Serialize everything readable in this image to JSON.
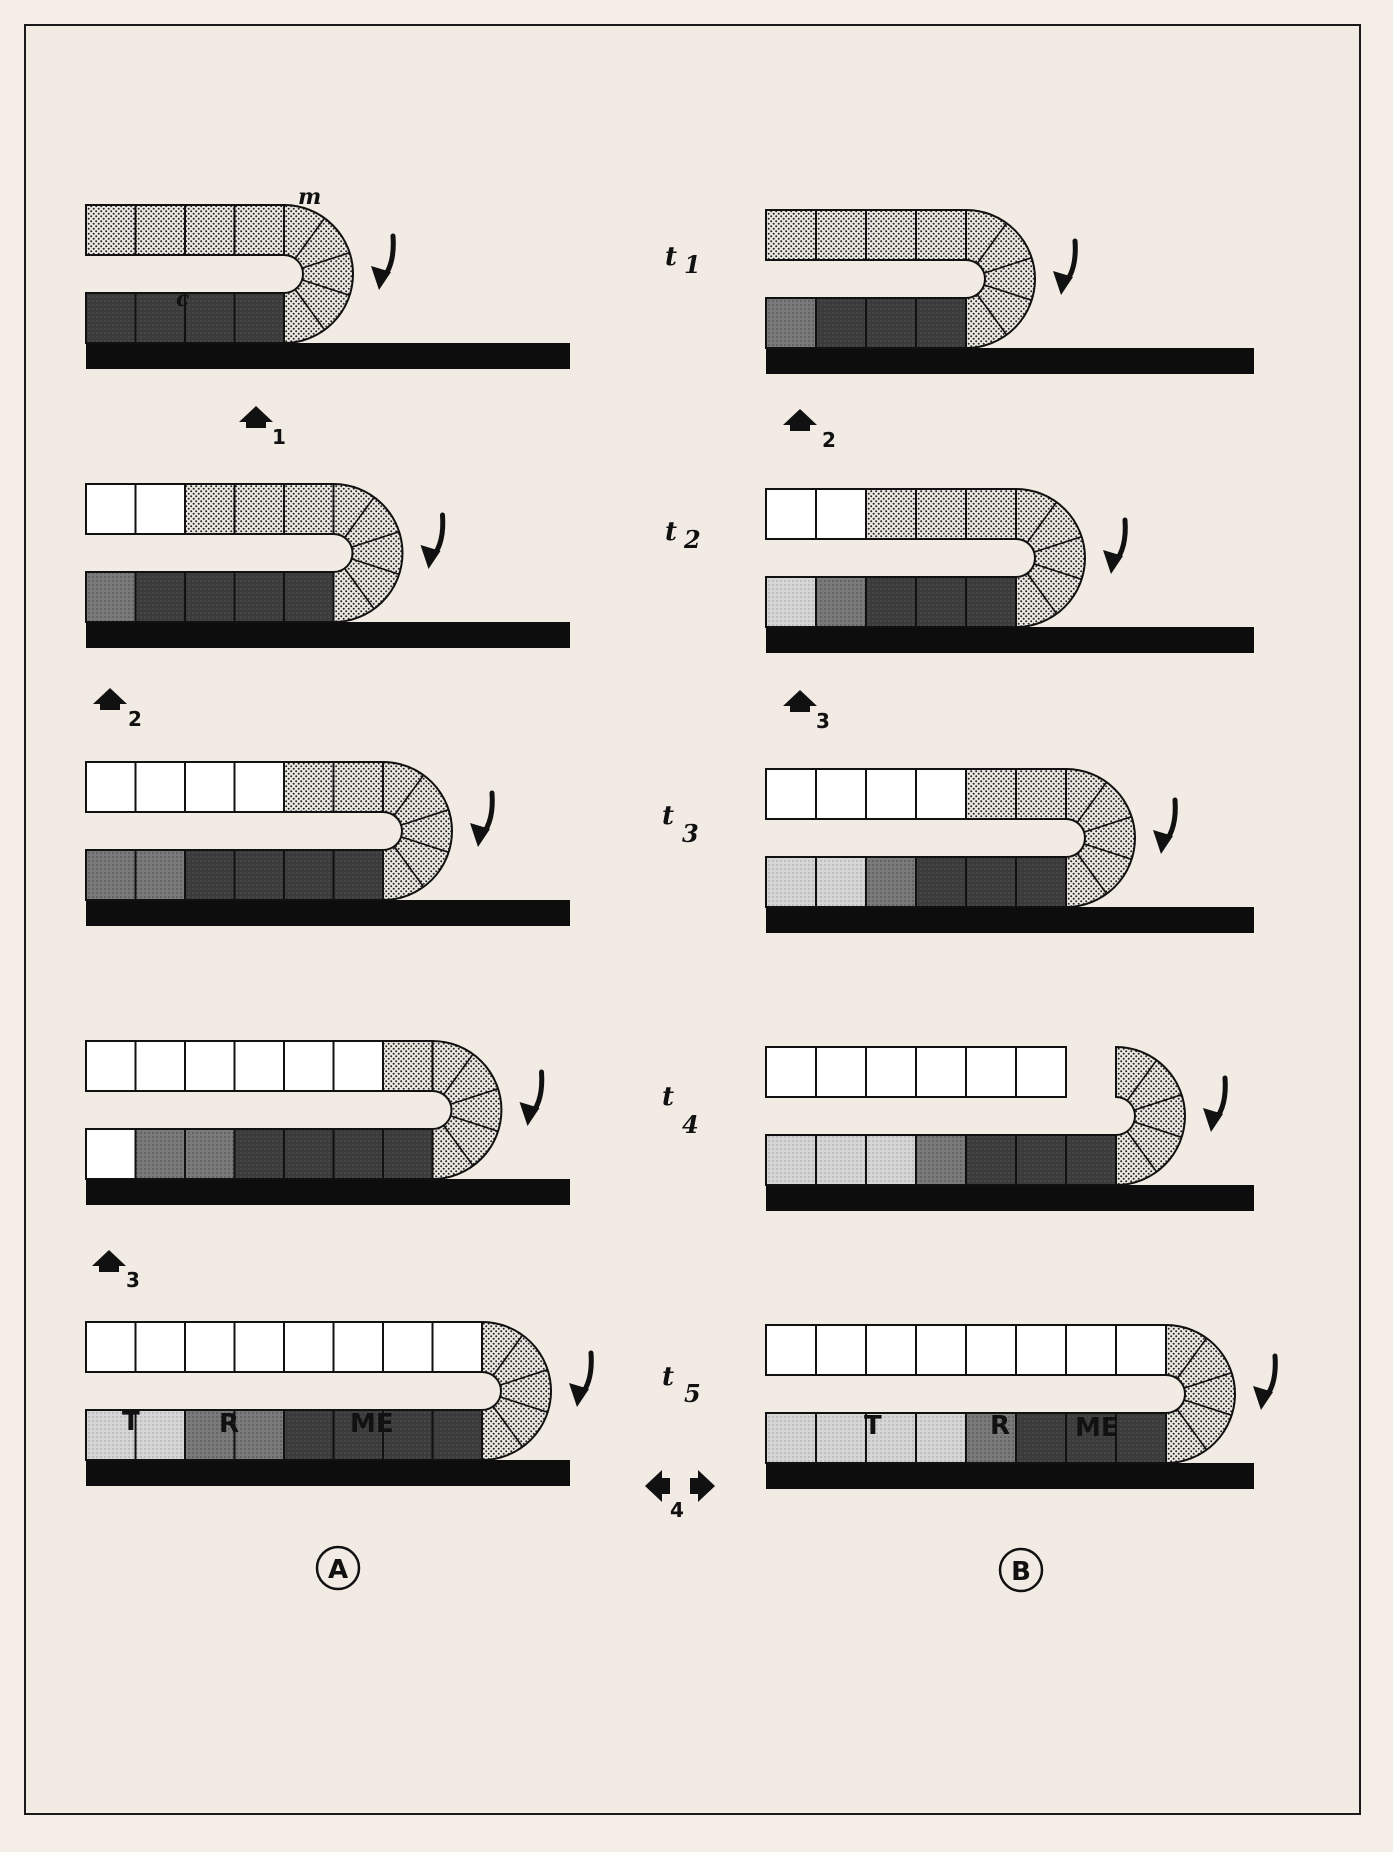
{
  "colors": {
    "paper": "#f1ebe3",
    "ink": "#111111",
    "dark": "#3a3a3a",
    "mid": "#6f6f6f",
    "light": "#c9c9c9",
    "white": "#ffffff",
    "dotted": "#e2ddd6"
  },
  "time_labels": [
    {
      "t": "t",
      "sub": "1"
    },
    {
      "t": "t",
      "sub": "2"
    },
    {
      "t": "t",
      "sub": "3"
    },
    {
      "t": "t",
      "sub": "4"
    },
    {
      "t": "t",
      "sub": "5"
    }
  ],
  "panel_labels": {
    "a": "A",
    "b": "B"
  },
  "annotations": {
    "m": "m",
    "c": "c"
  },
  "bottom_labels": {
    "a": {
      "T": "T",
      "R": "R",
      "ME": "ME"
    },
    "b": {
      "T": "T",
      "R": "R",
      "ME": "ME"
    }
  },
  "marker_numbers": {
    "a_t1": "1",
    "b_t1": "2",
    "a_t2": "2",
    "b_t2": "3",
    "a_t4": "3",
    "center_t5": "4"
  },
  "rows": {
    "A": [
      {
        "top": [
          "D",
          "D",
          "D",
          "D"
        ],
        "bottom": [
          "K",
          "K",
          "K",
          "K"
        ]
      },
      {
        "top": [
          "W",
          "W",
          "D",
          "D",
          "D"
        ],
        "bottom": [
          "M",
          "K",
          "K",
          "K",
          "K"
        ]
      },
      {
        "top": [
          "W",
          "W",
          "W",
          "W",
          "D",
          "D"
        ],
        "bottom": [
          "M",
          "M",
          "K",
          "K",
          "K",
          "K"
        ]
      },
      {
        "top": [
          "W",
          "W",
          "W",
          "W",
          "W",
          "W",
          "D"
        ],
        "bottom": [
          "W",
          "M",
          "M",
          "K",
          "K",
          "K",
          "K"
        ]
      },
      {
        "top": [
          "W",
          "W",
          "W",
          "W",
          "W",
          "W",
          "W",
          "W"
        ],
        "bottom": [
          "L",
          "L",
          "M",
          "M",
          "K",
          "K",
          "K",
          "K"
        ]
      }
    ],
    "B": [
      {
        "top": [
          "D",
          "D",
          "D",
          "D"
        ],
        "bottom": [
          "M",
          "K",
          "K",
          "K"
        ]
      },
      {
        "top": [
          "W",
          "W",
          "D",
          "D",
          "D"
        ],
        "bottom": [
          "L",
          "M",
          "K",
          "K",
          "K"
        ]
      },
      {
        "top": [
          "W",
          "W",
          "W",
          "W",
          "D",
          "D"
        ],
        "bottom": [
          "L",
          "L",
          "M",
          "K",
          "K",
          "K"
        ]
      },
      {
        "top": [
          "W",
          "W",
          "W",
          "W",
          "W",
          "W"
        ],
        "bottom": [
          "L",
          "L",
          "L",
          "M",
          "K",
          "K",
          "K"
        ]
      },
      {
        "top": [
          "W",
          "W",
          "W",
          "W",
          "W",
          "W",
          "W",
          "W"
        ],
        "bottom": [
          "L",
          "L",
          "L",
          "L",
          "M",
          "K",
          "K",
          "K"
        ]
      }
    ]
  }
}
